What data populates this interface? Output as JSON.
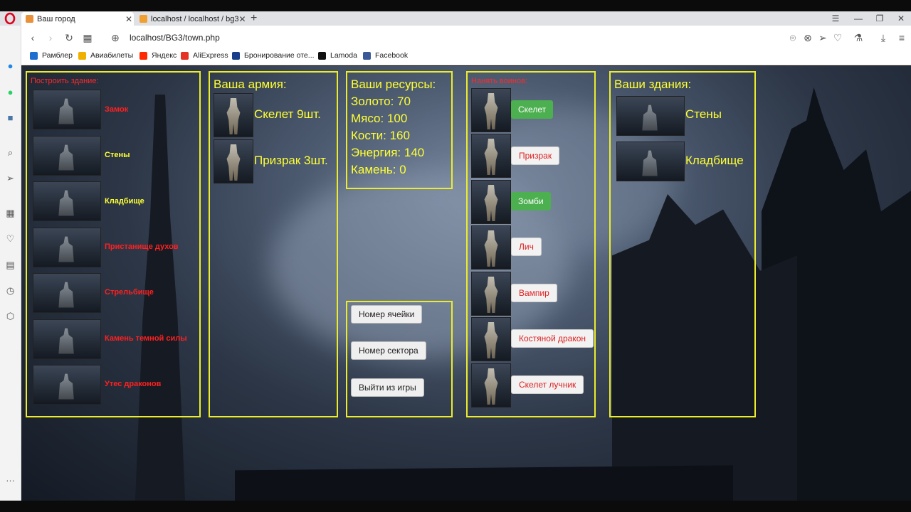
{
  "browser": {
    "tabs": [
      {
        "label": "Ваш город",
        "active": true
      },
      {
        "label": "localhost / localhost / bg3",
        "active": false
      }
    ],
    "url": "localhost/BG3/town.php",
    "bookmarks": [
      "Рамблер",
      "Авиабилеты",
      "Яндекс",
      "AliExpress",
      "Бронирование оте...",
      "Lamoda",
      "Facebook"
    ]
  },
  "build_panel": {
    "title": "Построить здание:",
    "items": [
      {
        "label": "Замок",
        "available": false
      },
      {
        "label": "Стены",
        "available": true
      },
      {
        "label": "Кладбище",
        "available": true
      },
      {
        "label": "Пристанище духов",
        "available": false
      },
      {
        "label": "Стрельбище",
        "available": false
      },
      {
        "label": "Камень темной силы",
        "available": false
      },
      {
        "label": "Утес драконов",
        "available": false
      }
    ]
  },
  "army_panel": {
    "title": "Ваша армия:",
    "units": [
      {
        "label": "Скелет 9шт."
      },
      {
        "label": "Призрак 3шт."
      }
    ]
  },
  "resources_panel": {
    "title": "Ваши ресурсы:",
    "lines": [
      "Золото: 70",
      "Мясо: 100",
      "Кости: 160",
      "Энергия: 140",
      "Камень: 0"
    ]
  },
  "actions_panel": {
    "buttons": [
      "Номер ячейки",
      "Номер сектора",
      "Выйти из игры"
    ]
  },
  "hire_panel": {
    "title": "Нанять воинов:",
    "units": [
      {
        "label": "Скелет",
        "available": true
      },
      {
        "label": "Призрак",
        "available": false
      },
      {
        "label": "Зомби",
        "available": true
      },
      {
        "label": "Лич",
        "available": false
      },
      {
        "label": "Вампир",
        "available": false
      },
      {
        "label": "Костяной дракон",
        "available": false
      },
      {
        "label": "Скелет лучник",
        "available": false
      }
    ]
  },
  "buildings_panel": {
    "title": "Ваши здания:",
    "items": [
      {
        "label": "Стены"
      },
      {
        "label": "Кладбище"
      }
    ]
  },
  "colors": {
    "panel_border": "#ecec2c",
    "text_yellow": "#ffff33",
    "text_red": "#ff2020",
    "button_green": "#4caf50"
  }
}
